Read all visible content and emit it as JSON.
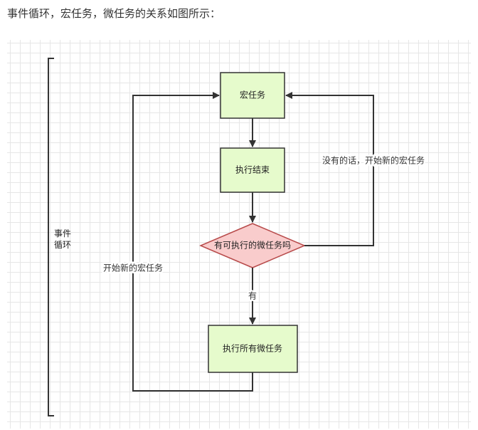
{
  "intro_text": "事件循环，宏任务，微任务的关系如图所示：",
  "colors": {
    "task_fill": "#e6fbcc",
    "decision_fill": "#f9cccc",
    "decision_stroke": "#b84b4b",
    "line": "#333333"
  },
  "diagram": {
    "bracket_label_line1": "事件",
    "bracket_label_line2": "循环",
    "nodes": {
      "macro_task": "宏任务",
      "execution_end": "执行结束",
      "decision": "有可执行的微任务吗",
      "run_microtasks": "执行所有微任务"
    },
    "edges": {
      "no_microtask": "没有的话，开始新的宏任务",
      "yes": "有",
      "start_new_macro": "开始新的宏任务"
    }
  }
}
